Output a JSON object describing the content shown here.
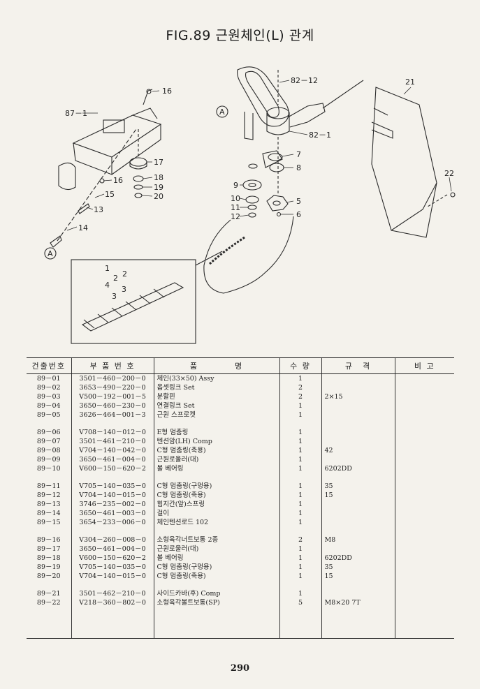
{
  "title": "FIG.89 근원체인(L) 관계",
  "callouts": {
    "c87_1": "87－1",
    "c16a": "16",
    "c16b": "16",
    "c15": "15",
    "c13": "13",
    "c14": "14",
    "c17": "17",
    "c18": "18",
    "c19": "19",
    "c20": "20",
    "c82_12": "82－12",
    "c82_1": "82－1",
    "c7": "7",
    "c8": "8",
    "c9": "9",
    "c10": "10",
    "c11": "11",
    "c12": "12",
    "c5": "5",
    "c6": "6",
    "c21": "21",
    "c22": "22",
    "cA1": "A",
    "cA2": "A",
    "d1": "1",
    "d2": "2",
    "d3": "3",
    "d4": "4",
    "d2b": "2",
    "d3b": "3"
  },
  "table": {
    "headers": [
      "건출번호",
      "부 품 번 호",
      "품　　　　명",
      "수 량",
      "규　격",
      "비 고"
    ],
    "rows": [
      [
        "89－01",
        "3501－460－200－0",
        "체인(33×50) Assy",
        "1",
        ""
      ],
      [
        "89－02",
        "3653－490－220－0",
        "옵셋링크 Set",
        "2",
        ""
      ],
      [
        "89－03",
        "V500－192－001－5",
        "분할핀",
        "2",
        "2×15"
      ],
      [
        "89－04",
        "3650－460－230－0",
        "연결링크 Set",
        "1",
        ""
      ],
      [
        "89－05",
        "3626－464－001－3",
        "근원 스프로켓",
        "1",
        ""
      ],
      [
        "89－06",
        "V708－140－012－0",
        "E형 멈춤링",
        "1",
        ""
      ],
      [
        "89－07",
        "3501－461－210－0",
        "텐션암(LH) Comp",
        "1",
        ""
      ],
      [
        "89－08",
        "V704－140－042－0",
        "C형 멈춤링(축용)",
        "1",
        "42"
      ],
      [
        "89－09",
        "3650－461－004－0",
        "근원로울러(대)",
        "1",
        ""
      ],
      [
        "89－10",
        "V600－150－620－2",
        "볼 베어링",
        "1",
        "6202DD"
      ],
      [
        "89－11",
        "V705－140－035－0",
        "C형 멈춤링(구멍용)",
        "1",
        "35"
      ],
      [
        "89－12",
        "V704－140－015－0",
        "C형 멈춤링(축용)",
        "1",
        "15"
      ],
      [
        "89－13",
        "3746－235－002－0",
        "힘지간(앞)스프링",
        "1",
        ""
      ],
      [
        "89－14",
        "3650－461－003－0",
        "걸이",
        "1",
        ""
      ],
      [
        "89－15",
        "3654－233－006－0",
        "체인텐션로드 102",
        "1",
        ""
      ],
      [
        "89－16",
        "V304－260－008－0",
        "소형육각너트보통 2종",
        "2",
        "M8"
      ],
      [
        "89－17",
        "3650－461－004－0",
        "근원로울러(대)",
        "1",
        ""
      ],
      [
        "89－18",
        "V600－150－620－2",
        "볼 베어링",
        "1",
        "6202DD"
      ],
      [
        "89－19",
        "V705－140－035－0",
        "C형 멈춤링(구멍용)",
        "1",
        "35"
      ],
      [
        "89－20",
        "V704－140－015－0",
        "C형 멈춤링(축용)",
        "1",
        "15"
      ],
      [
        "89－21",
        "3501－462－210－0",
        "사이드카바(후) Comp",
        "1",
        ""
      ],
      [
        "89－22",
        "V218－360－802－0",
        "소형육각볼트보통(SP)",
        "5",
        "M8×20 7T"
      ]
    ]
  },
  "page_number": "290"
}
